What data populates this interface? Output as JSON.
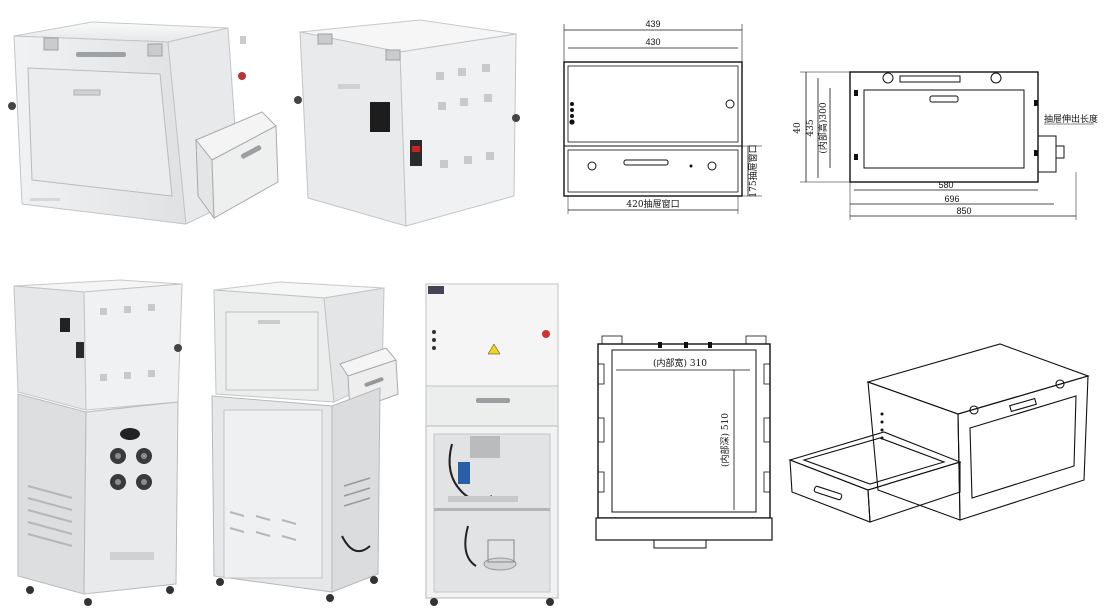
{
  "front_drawing": {
    "width_outer": "439",
    "width_inner": "430",
    "drawer_window_width": "420抽屉窗口",
    "drawer_window_height": "175抽屉窗口"
  },
  "side_drawing": {
    "height_outer": "40",
    "height_total": "435",
    "inner_height": "(内部高)300",
    "drawer_extension_label": "抽屉伸出长度",
    "depth_1": "580",
    "depth_2": "696",
    "depth_3": "850"
  },
  "top_drawing": {
    "inner_width": "(内部宽) 310",
    "inner_depth": "(内部深) 510"
  }
}
